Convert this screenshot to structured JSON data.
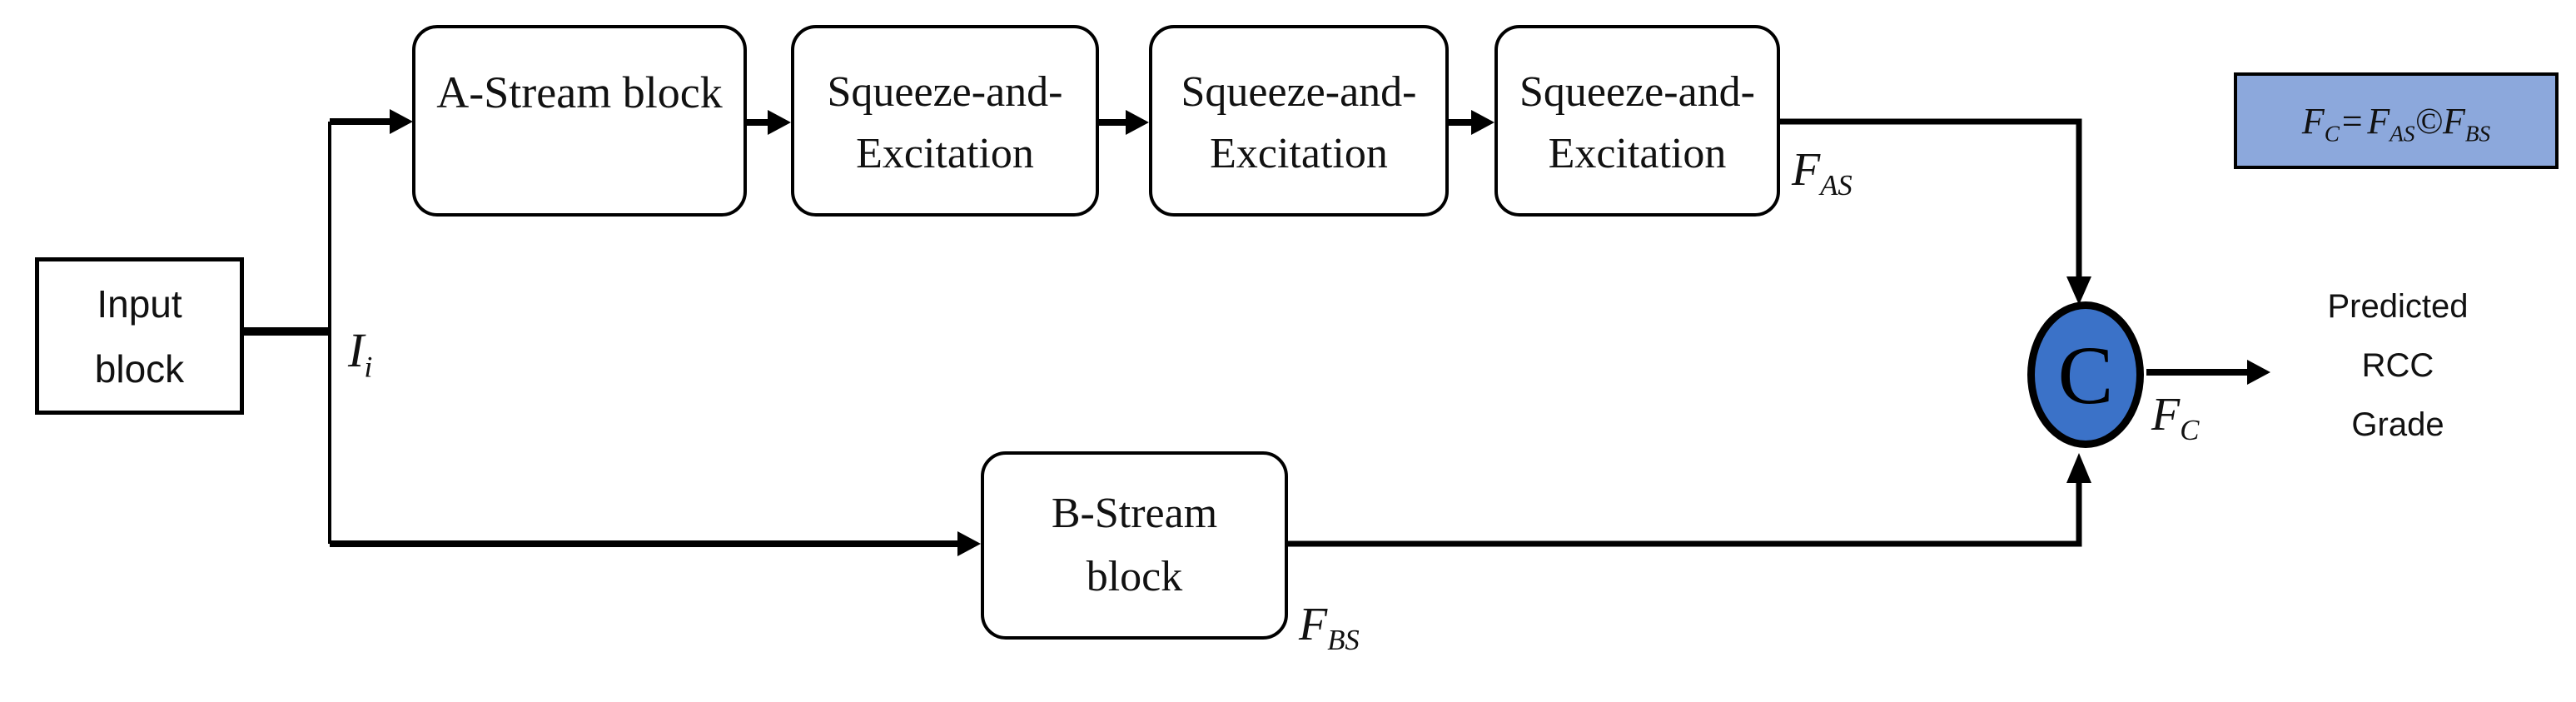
{
  "diagram": {
    "input_block": {
      "line1": "Input",
      "line2": "block"
    },
    "a_stream_block": {
      "label": "A-Stream block"
    },
    "se_blocks": [
      {
        "line1": "Squeeze-and-",
        "line2": "Excitation"
      },
      {
        "line1": "Squeeze-and-",
        "line2": "Excitation"
      },
      {
        "line1": "Squeeze-and-",
        "line2": "Excitation"
      }
    ],
    "b_stream_block": {
      "line1": "B-Stream",
      "line2": "block"
    },
    "concat_node": {
      "label": "C"
    },
    "labels": {
      "input_feature": {
        "base": "I",
        "sub": "i"
      },
      "a_stream_feature": {
        "base": "F",
        "sub": "AS"
      },
      "b_stream_feature": {
        "base": "F",
        "sub": "BS"
      },
      "concat_feature": {
        "base": "F",
        "sub": "C"
      }
    },
    "formula": {
      "lhs_base": "F",
      "lhs_sub": "C",
      "equals": "=",
      "rhs1_base": "F",
      "rhs1_sub": "AS",
      "operator": "©",
      "rhs2_base": "F",
      "rhs2_sub": "BS"
    },
    "output": {
      "line1": "Predicted",
      "line2": "RCC",
      "line3": "Grade"
    },
    "colors": {
      "concat_fill": "#3B72C8",
      "formula_fill": "#8CA8DC",
      "line": "#000000"
    }
  }
}
